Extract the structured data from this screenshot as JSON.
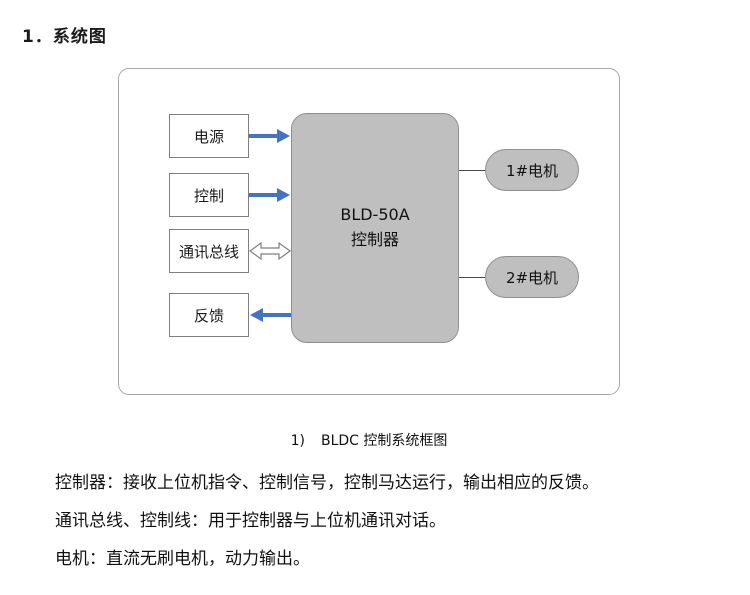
{
  "page": {
    "title": "1．系统图"
  },
  "diagram": {
    "caption_num": "1)",
    "caption_text": "BLDC 控制系统框图",
    "inputs": [
      {
        "label": "电源"
      },
      {
        "label": "控制"
      },
      {
        "label": "通讯总线"
      },
      {
        "label": "反馈"
      }
    ],
    "controller": {
      "line1": "BLD-50A",
      "line2": "控制器"
    },
    "motors": [
      {
        "label": "1#电机"
      },
      {
        "label": "2#电机"
      }
    ]
  },
  "notes": [
    "控制器：接收上位机指令、控制信号，控制马达运行，输出相应的反馈。",
    "通讯总线、控制线：用于控制器与上位机通讯对话。",
    "电机：直流无刷电机，动力输出。"
  ],
  "colors": {
    "arrow_blue": "#4472c4",
    "block_fill": "#bfbfbf",
    "block_border": "#8f8f8f",
    "box_border": "#7f7f7f",
    "frame_border": "#a6a6a6",
    "connector_line": "#4a4a4a"
  }
}
